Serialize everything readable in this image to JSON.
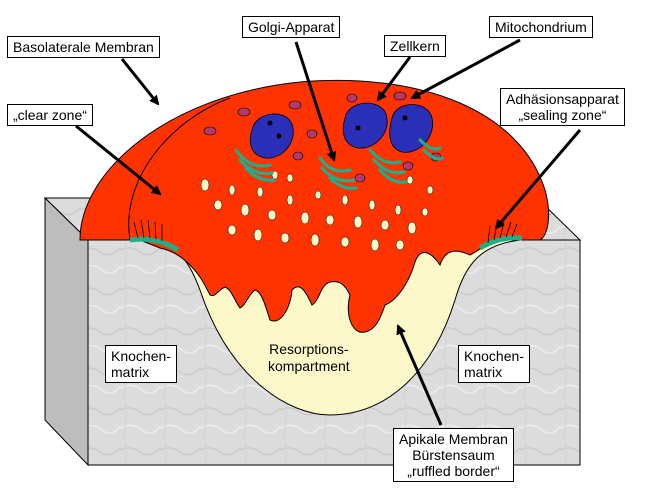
{
  "labels": {
    "basolateral": "Basolaterale Membran",
    "golgi": "Golgi-Apparat",
    "zellkern": "Zellkern",
    "mitochondrium": "Mitochondrium",
    "clear_zone": "„clear zone“",
    "adhesion_1": "Adhäsionsapparat",
    "adhesion_2": "„sealing zone“",
    "knochen_left_1": "Knochen-",
    "knochen_left_2": "matrix",
    "knochen_right_1": "Knochen-",
    "knochen_right_2": "matrix",
    "resorption_1": "Resorptions-",
    "resorption_2": "kompartment",
    "apikal_1": "Apikale Membran",
    "apikal_2": "Bürstensaum",
    "apikal_3": "„ruffled border“"
  },
  "colors": {
    "cell": "#ff3300",
    "nucleus": "#2a2fb8",
    "golgi": "#1fae87",
    "resorption": "#fdf8c9",
    "bone": "#dcdcdc",
    "mitochondrium": "#b43a6a",
    "vesicle": "#ffe3b0"
  }
}
